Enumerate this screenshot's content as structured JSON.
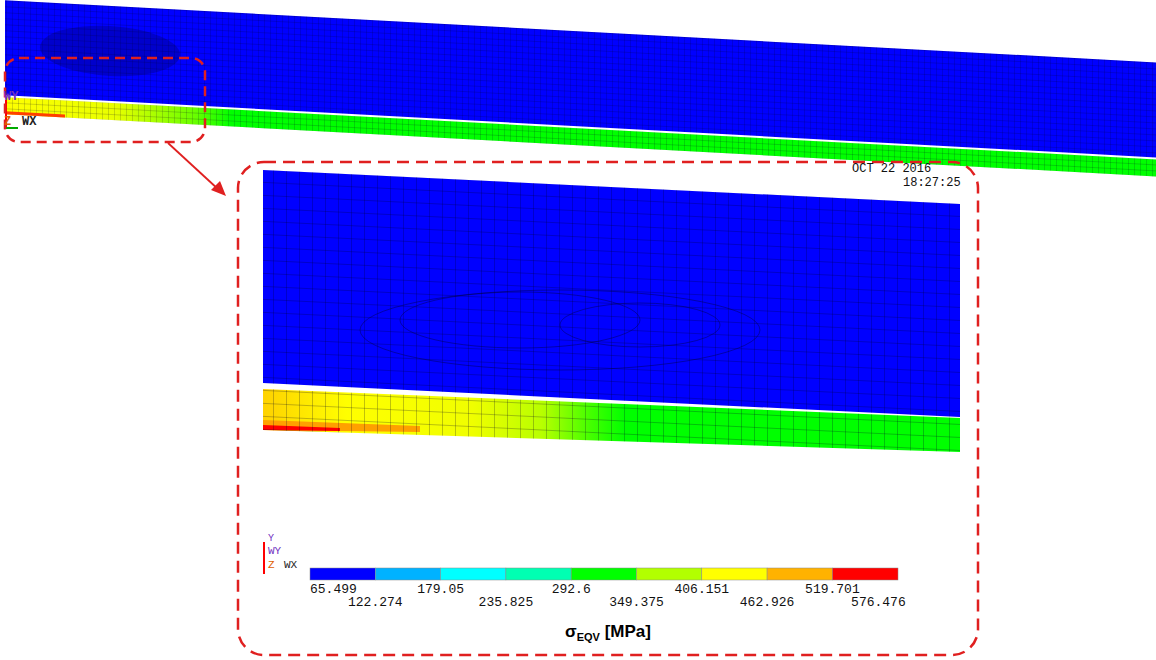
{
  "diagram": {
    "labels": [
      "WY",
      "Z",
      "WX",
      "OCT 22 2016",
      "18:27:25",
      "Y",
      "WY",
      "Z",
      "WX",
      "65.499",
      "122.274",
      "179.05",
      "235.825",
      "292.6",
      "349.375",
      "406.151",
      "462.926",
      "519.701",
      "576.476",
      "σ",
      "EQV",
      "[MPa]"
    ]
  }
}
